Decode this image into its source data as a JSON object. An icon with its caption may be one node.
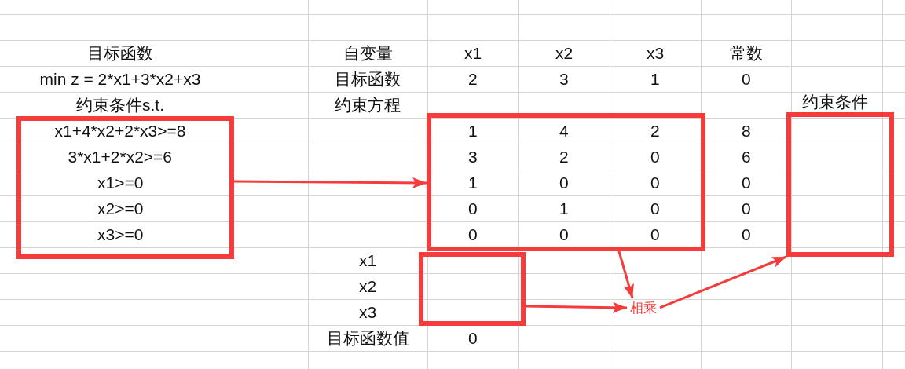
{
  "diagram": {
    "nodes": [
      {
        "text": [
          "x1+4*x2+2*x3>=8",
          "3*x1+2*x2>=6",
          "x1>=0",
          "x2>=0",
          "x3>=0"
        ]
      },
      {
        "text": [
          "1",
          "4",
          "2",
          "3",
          "2",
          "0",
          "1",
          "0",
          "0",
          "0",
          "1",
          "0",
          "0",
          "0",
          "0"
        ]
      },
      {
        "text": [
          "约束条件"
        ]
      },
      {
        "text": [],
        "shape": "box"
      },
      {
        "text": [
          "相乘"
        ]
      }
    ],
    "edges": [
      {
        "from": 0,
        "to": 1,
        "arrow": "to"
      },
      {
        "from": 1,
        "to": 4,
        "arrow": "to"
      },
      {
        "from": 3,
        "to": 4,
        "arrow": "to"
      },
      {
        "from": 4,
        "to": 2,
        "arrow": "to"
      }
    ],
    "labels": [
      "目标函数",
      "自变量",
      "x1",
      "x2",
      "x3",
      "常数",
      "min z = 2*x1+3*x2+x3",
      "目标函数",
      "2",
      "3",
      "1",
      "0",
      "约束条件s.t.",
      "约束方程",
      "8",
      "6",
      "0",
      "0",
      "0",
      "x1",
      "x2",
      "x3",
      "目标函数值",
      "0"
    ]
  }
}
